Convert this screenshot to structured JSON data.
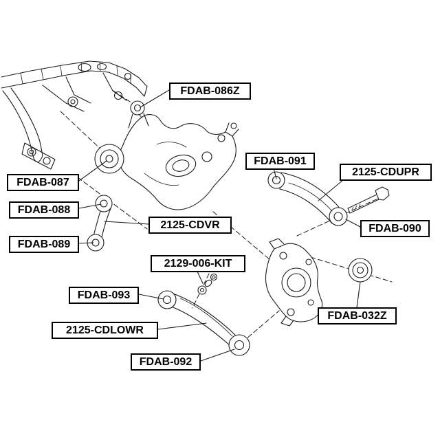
{
  "diagram": {
    "type": "exploded-parts-diagram",
    "style": {
      "background": "#ffffff",
      "line_color": "#1a1a1a",
      "callout_border": "#000000",
      "callout_text": "#000000"
    }
  },
  "labels": [
    {
      "text": "FDAB-086Z"
    },
    {
      "text": "FDAB-087"
    },
    {
      "text": "FDAB-088"
    },
    {
      "text": "FDAB-089"
    },
    {
      "text": "2125-CDVR"
    },
    {
      "text": "FDAB-091"
    },
    {
      "text": "2125-CDUPR"
    },
    {
      "text": "FDAB-090"
    },
    {
      "text": "2129-006-KIT"
    },
    {
      "text": "FDAB-093"
    },
    {
      "text": "2125-CDLOWR"
    },
    {
      "text": "FDAB-092"
    },
    {
      "text": "FDAB-032Z"
    }
  ]
}
